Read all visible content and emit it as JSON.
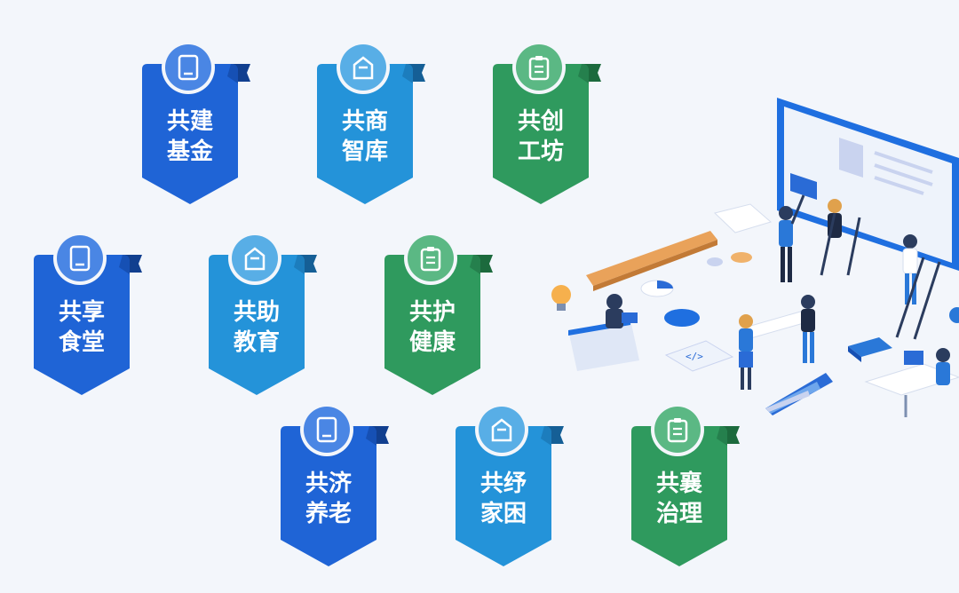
{
  "badges": [
    {
      "line1": "共建",
      "line2": "基金",
      "icon": "tablet-icon",
      "color": "#1f64d6"
    },
    {
      "line1": "共商",
      "line2": "智库",
      "icon": "house-icon",
      "color": "#2493d9"
    },
    {
      "line1": "共创",
      "line2": "工坊",
      "icon": "clipboard-icon",
      "color": "#2f9a5e"
    },
    {
      "line1": "共享",
      "line2": "食堂",
      "icon": "tablet-icon",
      "color": "#1f64d6"
    },
    {
      "line1": "共助",
      "line2": "教育",
      "icon": "house-icon",
      "color": "#2493d9"
    },
    {
      "line1": "共护",
      "line2": "健康",
      "icon": "clipboard-icon",
      "color": "#2f9a5e"
    },
    {
      "line1": "共济",
      "line2": "养老",
      "icon": "tablet-icon",
      "color": "#1f64d6"
    },
    {
      "line1": "共纾",
      "line2": "家困",
      "icon": "house-icon",
      "color": "#2493d9"
    },
    {
      "line1": "共襄",
      "line2": "治理",
      "icon": "clipboard-icon",
      "color": "#2f9a5e"
    }
  ]
}
